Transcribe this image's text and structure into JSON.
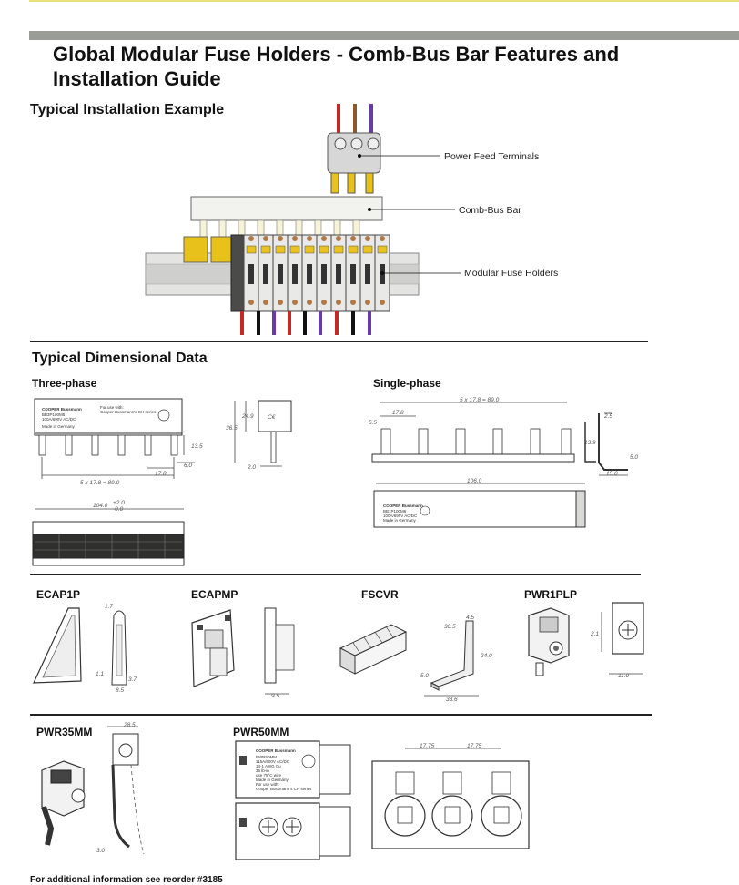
{
  "document": {
    "title": "Global Modular Fuse Holders - Comb-Bus Bar Features and Installation Guide",
    "footer": "For additional information see reorder #3185"
  },
  "installation": {
    "heading": "Typical Installation Example",
    "callouts": {
      "power_feed": "Power Feed Terminals",
      "comb_bus": "Comb-Bus Bar",
      "fuse_holders": "Modular Fuse Holders"
    }
  },
  "dimensional": {
    "heading": "Typical Dimensional Data",
    "three_phase": {
      "label": "Three-phase",
      "product_brand": "COOPER Bussmann",
      "product_lines": [
        "BB3P100M5",
        "100A/690V AC/DC",
        "Made in Germany"
      ],
      "product_use": [
        "For use with:",
        "Cooper Bussmann's CH series"
      ],
      "dims": {
        "pitch": "5 x 17.8 = 89.0",
        "spacing": "17.8",
        "offset": "6.0",
        "pin_height": "13.5",
        "height": "36.5",
        "height_inner": "24.9",
        "tab": "2.0",
        "length": "104.0",
        "tolerance_plus": "+2.0",
        "tolerance_minus": "-0.0"
      }
    },
    "single_phase": {
      "label": "Single-phase",
      "product_brand": "COOPER Bussmann",
      "product_lines": [
        "BB1P100M6",
        "100A/690V AC/DC",
        "Made in Germany"
      ],
      "dims": {
        "pitch": "5 x 17.8 = 89.0",
        "spacing": "17.8",
        "left": "5.5",
        "length": "106.0",
        "side_a": "2.5",
        "side_b": "13.9",
        "side_c": "5.0",
        "side_d": "15.0"
      }
    }
  },
  "accessories_row1": {
    "ecap1p": {
      "label": "ECAP1P",
      "dims": {
        "h": "1.7",
        "w": "1.1",
        "d": "3.7",
        "b": "8.5"
      }
    },
    "ecapmp": {
      "label": "ECAPMP",
      "dims": {
        "w": "9.5"
      }
    },
    "fscvr": {
      "label": "FSCVR",
      "dims": {
        "a": "4.5",
        "b": "30.5",
        "c": "24.0",
        "d": "5.0",
        "e": "33.6"
      }
    },
    "pwr1plp": {
      "label": "PWR1PLP",
      "dims": {
        "h": "2.1",
        "w": "11.0"
      }
    }
  },
  "accessories_row2": {
    "pwr35mm": {
      "label": "PWR35MM",
      "dims": {
        "w": "28.5",
        "b": "3.0"
      }
    },
    "pwr50mm": {
      "label": "PWR50MM",
      "product_brand": "COOPER Bussmann",
      "product_lines": [
        "PWR50MM",
        "115A/600V AC/DC",
        "14-1 AWG Cu",
        "35 lb-in",
        "use 75°C wire",
        "Made in Germany",
        "For use with:",
        "Cooper Bussmann's CH series"
      ],
      "dims": {
        "a": "17.75",
        "b": "17.75"
      }
    }
  }
}
